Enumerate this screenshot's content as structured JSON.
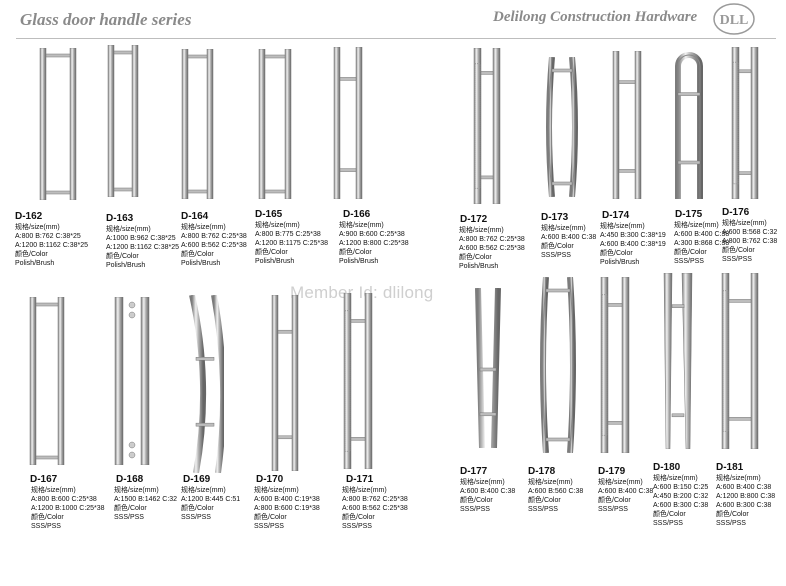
{
  "header": {
    "series_title": "Glass door handle series",
    "company": "Delilong Construction Hardware",
    "logo_text": "DLL"
  },
  "watermark": "Member Id: dlilong",
  "products": [
    {
      "code": "D-162",
      "lines": [
        "规格/size(mm)",
        "A:800 B:762 C:38*25",
        "A:1200 B:1162 C:38*25",
        "颜色/Color",
        "Polish/Brush"
      ]
    },
    {
      "code": "D-163",
      "lines": [
        "规格/size(mm)",
        "A:1000 B:962 C:38*25",
        "A:1200 B:1162 C:38*25",
        "颜色/Color",
        "Polish/Brush"
      ]
    },
    {
      "code": "D-164",
      "lines": [
        "规格/size(mm)",
        "A:800 B:762 C:25*38",
        "A:600 B:562 C:25*38",
        "颜色/Color",
        "Polish/Brush"
      ]
    },
    {
      "code": "D-165",
      "lines": [
        "规格/size(mm)",
        "A:800 B:775 C:25*38",
        "A:1200 B:1175 C:25*38",
        "颜色/Color",
        "Polish/Brush"
      ]
    },
    {
      "code": "D-166",
      "lines": [
        "规格/size(mm)",
        "A:900 B:600 C:25*38",
        "A:1200 B:800 C:25*38",
        "颜色/Color",
        "Polish/Brush"
      ]
    },
    {
      "code": "D-172",
      "lines": [
        "规格/size(mm)",
        "A:800 B:762 C:25*38",
        "A:600 B:562 C:25*38",
        "颜色/Color",
        "Polish/Brush"
      ]
    },
    {
      "code": "D-173",
      "lines": [
        "规格/size(mm)",
        "A:600 B:400 C:38",
        "颜色/Color",
        "SSS/PSS"
      ]
    },
    {
      "code": "D-174",
      "lines": [
        "规格/size(mm)",
        "A:450 B:300 C:38*19",
        "A:600 B:400 C:38*19",
        "颜色/Color",
        "Polish/Brush"
      ]
    },
    {
      "code": "D-175",
      "lines": [
        "规格/size(mm)",
        "A:600 B:400 C:38",
        "A:300 B:868 C:38",
        "颜色/Color",
        "SSS/PSS"
      ]
    },
    {
      "code": "D-176",
      "lines": [
        "规格/size(mm)",
        "A:600 B:568 C:32",
        "A:800 B:762 C:38",
        "颜色/Color",
        "SSS/PSS"
      ]
    },
    {
      "code": "D-167",
      "lines": [
        "规格/size(mm)",
        "A:800 B:600 C:25*38",
        "A:1200 B:1000 C:25*38",
        "颜色/Color",
        "SSS/PSS"
      ]
    },
    {
      "code": "D-168",
      "lines": [
        "规格/size(mm)",
        "A:1500 B:1462 C:32",
        "颜色/Color",
        "SSS/PSS"
      ]
    },
    {
      "code": "D-169",
      "lines": [
        "规格/size(mm)",
        "A:1200 B:445 C:51",
        "颜色/Color",
        "SSS/PSS"
      ]
    },
    {
      "code": "D-170",
      "lines": [
        "规格/size(mm)",
        "A:600 B:400 C:19*38",
        "A:800 B:600 C:19*38",
        "颜色/Color",
        "SSS/PSS"
      ]
    },
    {
      "code": "D-171",
      "lines": [
        "规格/size(mm)",
        "A:800 B:762 C:25*38",
        "A:600 B:562 C:25*38",
        "颜色/Color",
        "SSS/PSS"
      ]
    },
    {
      "code": "D-177",
      "lines": [
        "规格/size(mm)",
        "A:600 B:400 C:38",
        "颜色/Color",
        "SSS/PSS"
      ]
    },
    {
      "code": "D-178",
      "lines": [
        "规格/size(mm)",
        "A:600 B:560 C:38",
        "颜色/Color",
        "SSS/PSS"
      ]
    },
    {
      "code": "D-179",
      "lines": [
        "规格/size(mm)",
        "A:600 B:400 C:38",
        "颜色/Color",
        "SSS/PSS"
      ]
    },
    {
      "code": "D-180",
      "lines": [
        "规格/size(mm)",
        "A:600 B:150 C:25",
        "A:450 B:200 C:32",
        "A:600 B:300 C:38",
        "颜色/Color",
        "SSS/PSS"
      ]
    },
    {
      "code": "D-181",
      "lines": [
        "规格/size(mm)",
        "A:600 B:400 C:38",
        "A:1200 B:800 C:38",
        "A:600 B:300 C:38",
        "颜色/Color",
        "SSS/PSS"
      ]
    }
  ]
}
